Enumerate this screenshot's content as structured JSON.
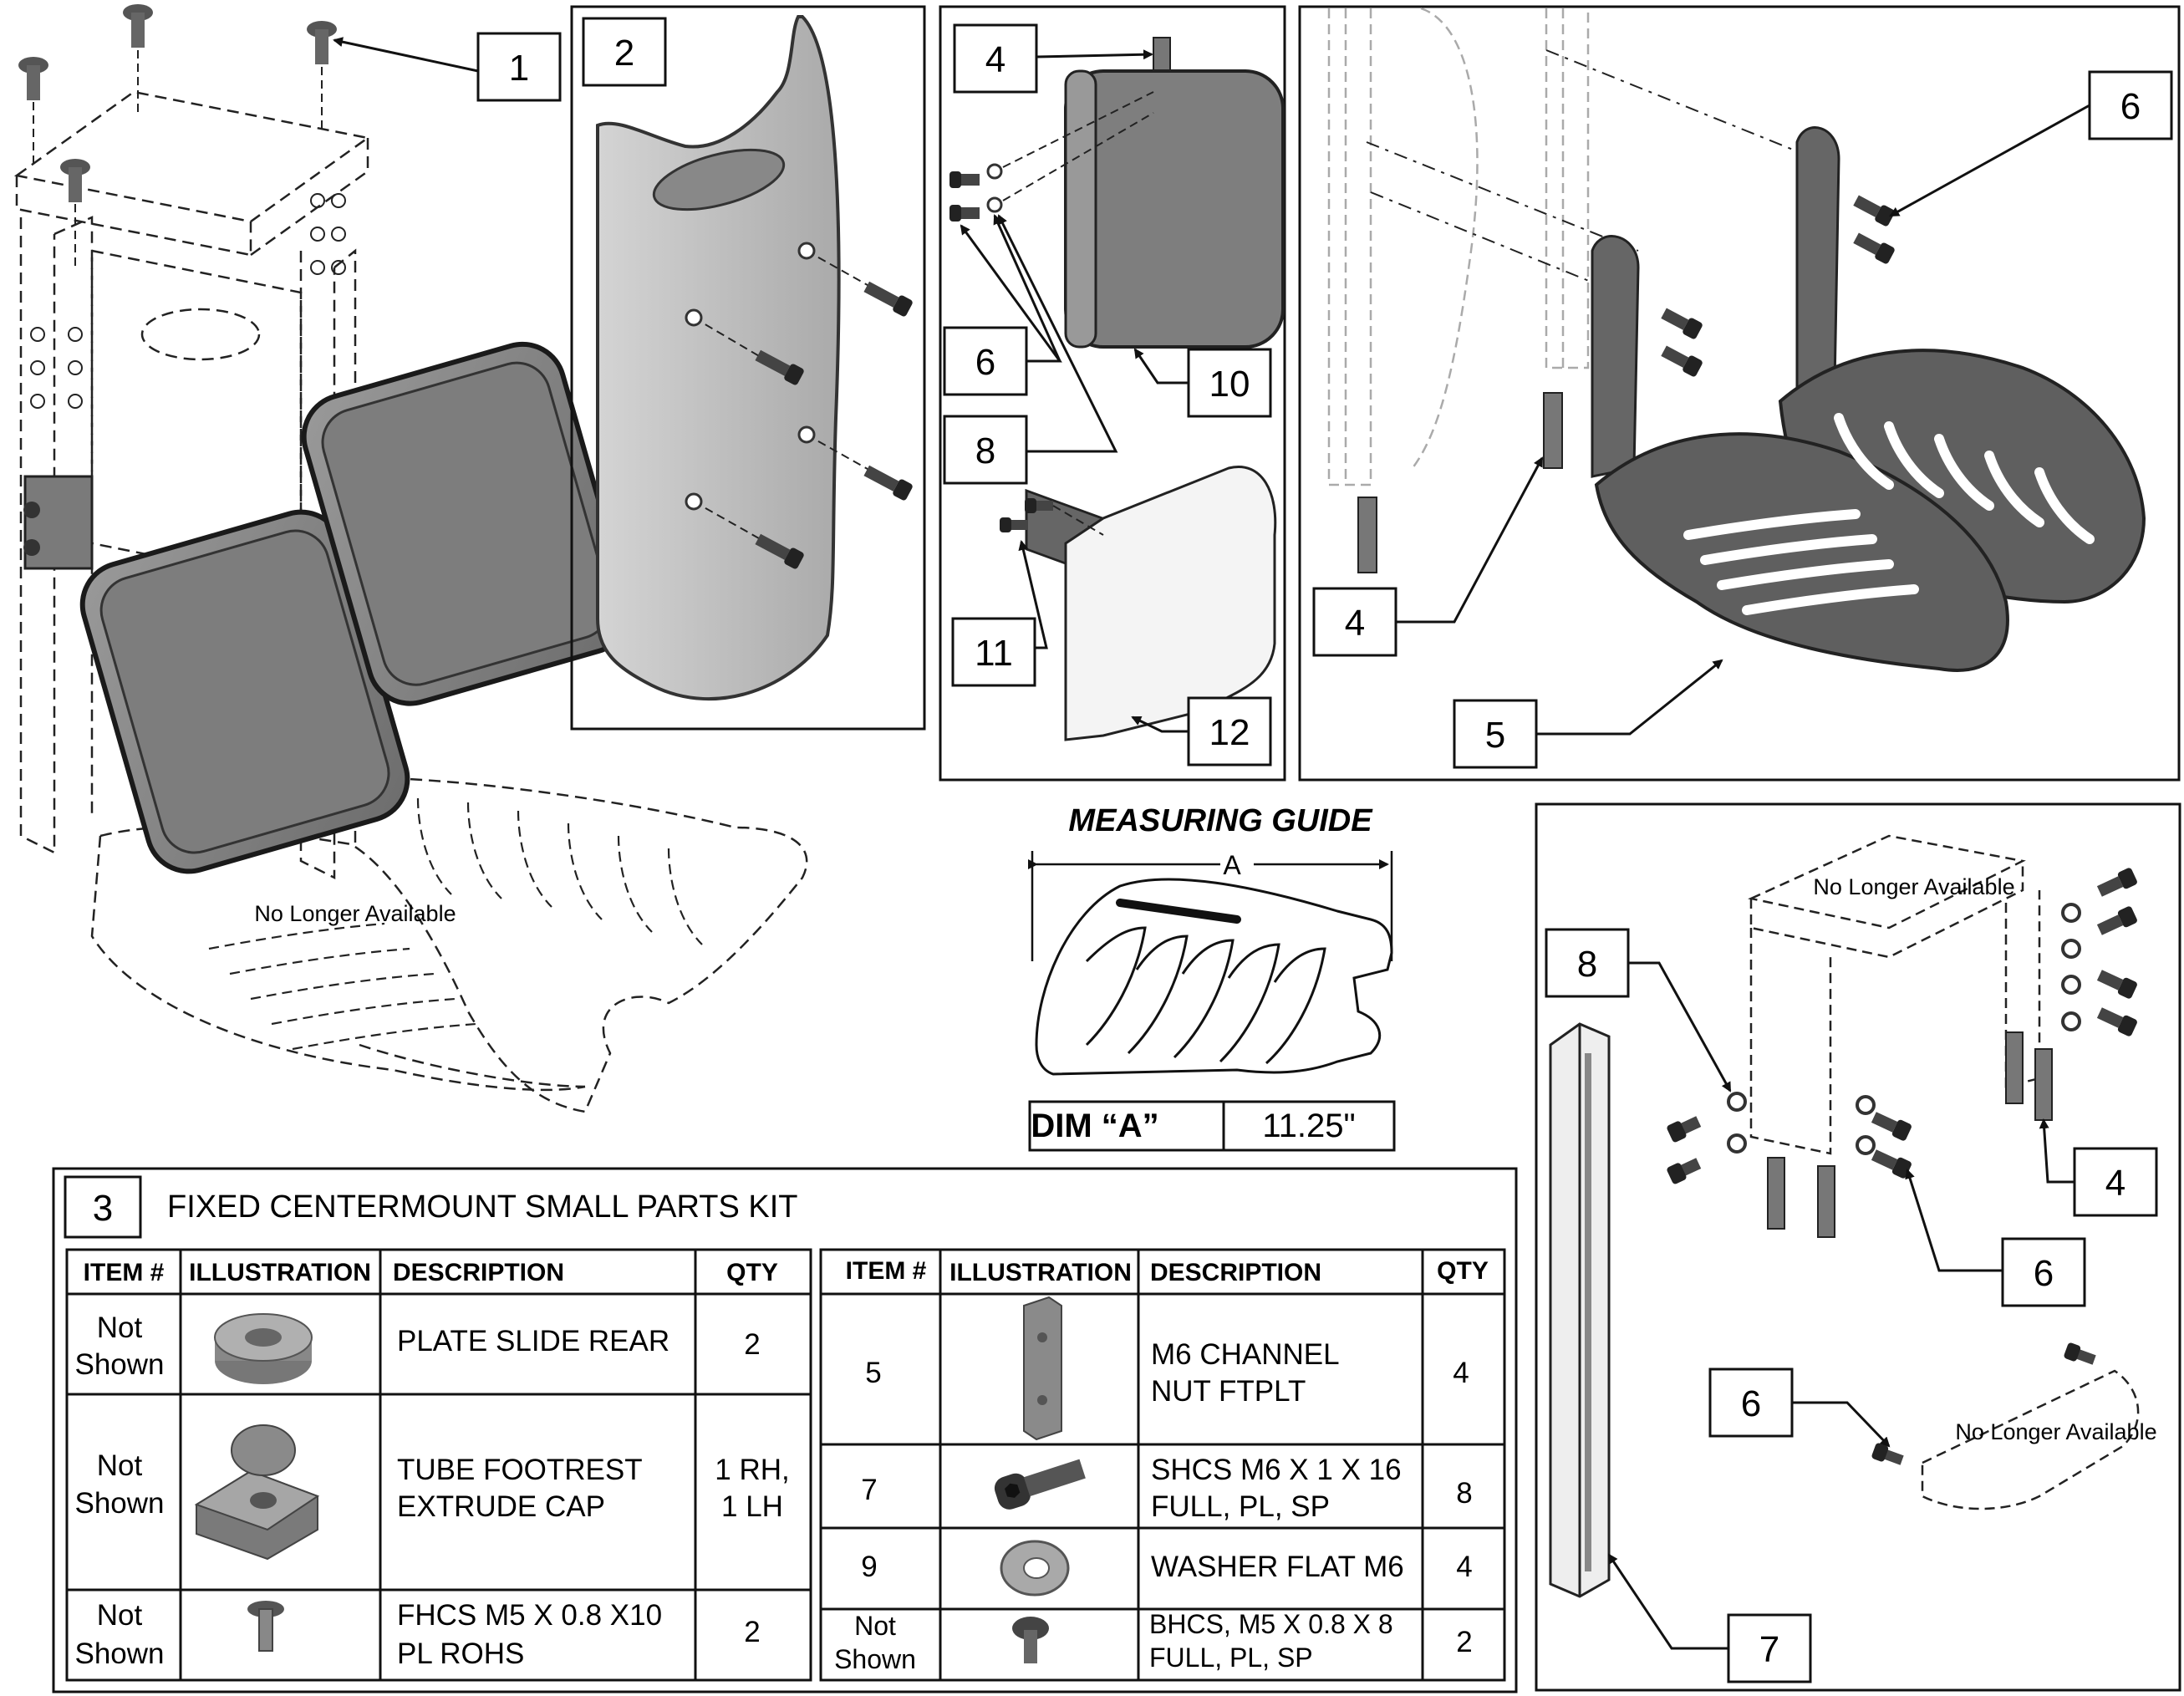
{
  "callouts": {
    "p1": {
      "c1": "1"
    },
    "p2": {
      "c2": "2"
    },
    "p3": {
      "c4": "4",
      "c6": "6",
      "c8": "8",
      "c10": "10",
      "c11": "11",
      "c12": "12"
    },
    "p4": {
      "c6": "6",
      "c4": "4",
      "c5": "5"
    },
    "p5": {
      "c8": "8",
      "c4": "4",
      "c6a": "6",
      "c6b": "6",
      "c7": "7"
    }
  },
  "notes": {
    "no_longer_available": "No Longer Available"
  },
  "measuring_guide": {
    "title": "MEASURING GUIDE",
    "dim_letter": "A",
    "dim_label": "DIM “A”",
    "dim_value": "11.25\""
  },
  "kit": {
    "number": "3",
    "title": "FIXED CENTERMOUNT SMALL PARTS KIT",
    "headers": {
      "item": "ITEM #",
      "illustration": "ILLUSTRATION",
      "description": "DESCRIPTION",
      "qty": "QTY"
    },
    "left_rows": [
      {
        "item": [
          "Not",
          "Shown"
        ],
        "icon": "plate-slide-rear-icon",
        "description": [
          "PLATE SLIDE REAR"
        ],
        "qty": [
          "2"
        ]
      },
      {
        "item": [
          "Not",
          "Shown"
        ],
        "icon": "tube-footrest-cap-icon",
        "description": [
          "TUBE FOOTREST",
          "EXTRUDE CAP"
        ],
        "qty": [
          "1 RH,",
          "1 LH"
        ]
      },
      {
        "item": [
          "Not",
          "Shown"
        ],
        "icon": "flat-head-screw-icon",
        "description": [
          "FHCS M5 X 0.8 X10",
          "PL ROHS"
        ],
        "qty": [
          "2"
        ]
      }
    ],
    "right_rows": [
      {
        "item": [
          "5"
        ],
        "icon": "channel-nut-icon",
        "description": [
          "M6 CHANNEL",
          "NUT FTPLT"
        ],
        "qty": [
          "4"
        ]
      },
      {
        "item": [
          "7"
        ],
        "icon": "socket-head-screw-icon",
        "description": [
          "SHCS M6 X 1 X 16",
          "FULL, PL, SP"
        ],
        "qty": [
          "8"
        ]
      },
      {
        "item": [
          "9"
        ],
        "icon": "flat-washer-icon",
        "description": [
          "WASHER FLAT M6"
        ],
        "qty": [
          "4"
        ]
      },
      {
        "item": [
          "Not",
          "Shown"
        ],
        "icon": "button-head-screw-icon",
        "description": [
          "BHCS, M5 X 0.8 X 8",
          "FULL, PL, SP"
        ],
        "qty": [
          "2"
        ]
      }
    ]
  }
}
